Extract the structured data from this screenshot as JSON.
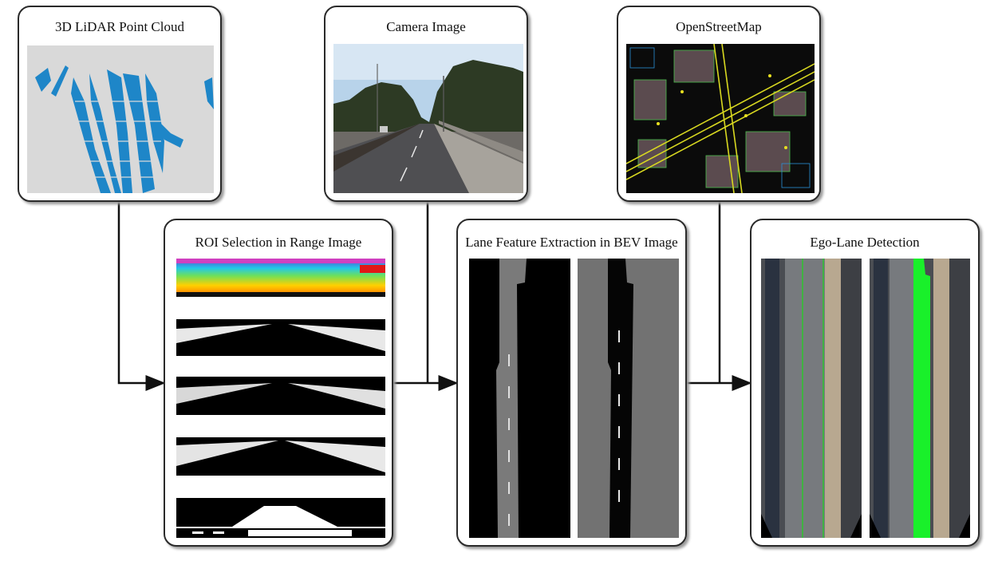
{
  "inputs": {
    "lidar": {
      "title": "3D LiDAR Point Cloud"
    },
    "camera": {
      "title": "Camera Image"
    },
    "osm": {
      "title": "OpenStreetMap"
    }
  },
  "stages": {
    "roi": {
      "title": "ROI Selection in Range Image"
    },
    "lane_feature": {
      "title": "Lane Feature Extraction in BEV Image"
    },
    "ego_lane": {
      "title": "Ego-Lane Detection"
    }
  },
  "colors": {
    "lidar_points": "#1e86c8",
    "lidar_background": "#d9d9d9",
    "ego_lane_highlight": "#19f02a",
    "map_background": "#0b0b0b",
    "map_road_lines": "#d8d820",
    "bev_grey": "#727272"
  }
}
